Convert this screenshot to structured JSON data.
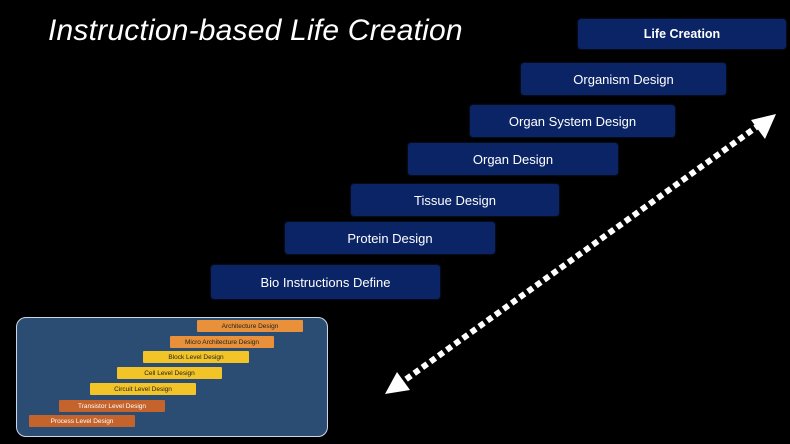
{
  "title": "Instruction-based Life Creation",
  "steps": [
    "Life Creation",
    "Organism Design",
    "Organ System Design",
    "Organ Design",
    "Tissue Design",
    "Protein Design",
    "Bio Instructions Define"
  ],
  "inset": {
    "chips": [
      "Architecture Design",
      "Micro Architecture Design",
      "Block Level Design",
      "Cell Level Design",
      "Circuit Level Design",
      "Transistor Level Design",
      "Process Level Design"
    ]
  },
  "colors": {
    "background": "#000000",
    "step_box": "#0a2466",
    "inset_bg": "#2c4d73",
    "chip_orange": "#e8913a",
    "chip_yellow": "#f3c428",
    "chip_rust": "#c4632c"
  }
}
